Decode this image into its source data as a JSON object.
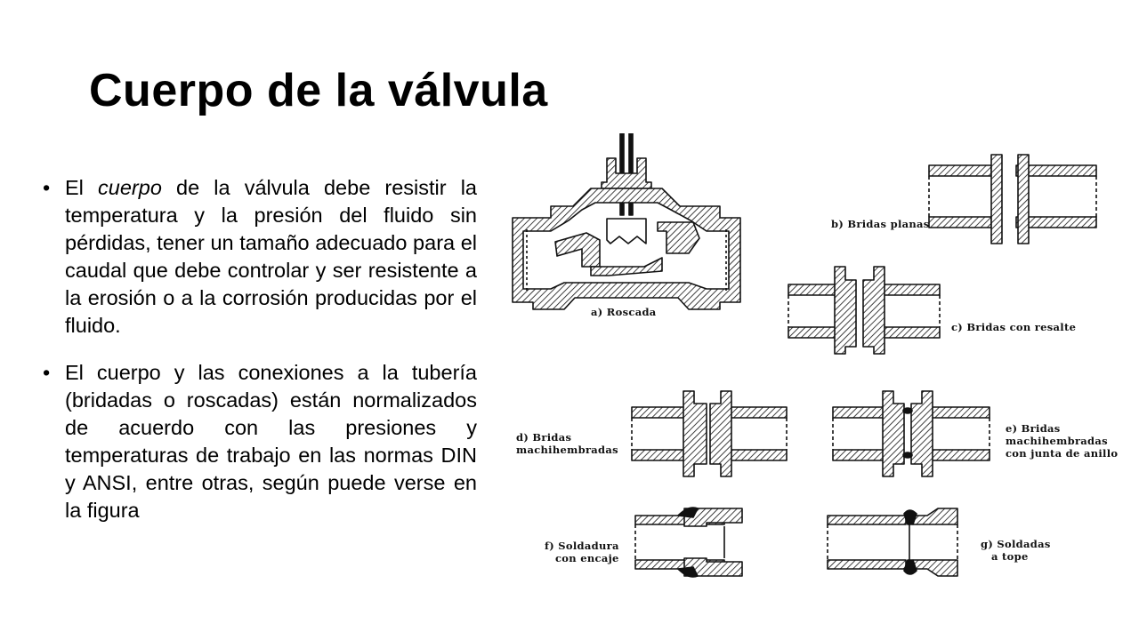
{
  "slide": {
    "title": "Cuerpo de la válvula"
  },
  "bullets": [
    {
      "pre": "El ",
      "emph": "cuerpo",
      "post": " de la válvula debe resistir la temperatura y la presión del fluido sin pérdidas, tener un tamaño adecuado para el caudal que debe controlar y ser resistente a la erosión o a la corrosión producidas por el fluido."
    },
    {
      "text": "El cuerpo y las conexiones a la tubería (bridadas o roscadas) están normalizados de acuerdo con las presiones y temperaturas de trabajo en las normas DIN y ANSI, entre otras, según puede verse en la figura"
    }
  ],
  "figure": {
    "labels": {
      "a": "a) Roscada",
      "b": "b) Bridas planas",
      "c": "c) Bridas con resalte",
      "d1": "d) Bridas",
      "d2": "machihembradas",
      "e1": "e) Bridas",
      "e2": "machihembradas",
      "e3": "con junta de anillo",
      "f1": "f) Soldadura",
      "f2": "con encaje",
      "g1": "g) Soldadas",
      "g2": "a tope"
    }
  }
}
